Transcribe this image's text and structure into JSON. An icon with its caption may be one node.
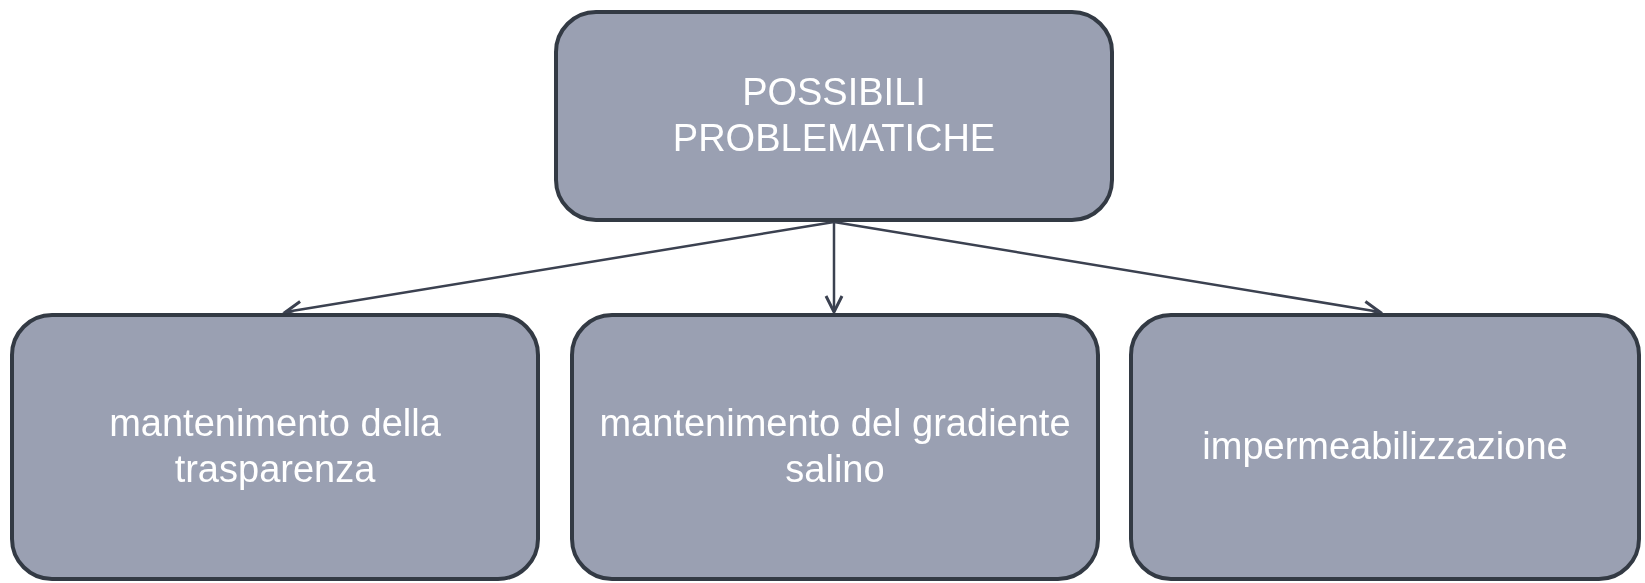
{
  "diagram": {
    "nodes": [
      {
        "text": [
          "POSSIBILI PROBLEMATICHE"
        ]
      },
      {
        "text": [
          "mantenimento della trasparenza"
        ]
      },
      {
        "text": [
          "mantenimento del gradiente salino"
        ]
      },
      {
        "text": [
          "impermeabilizzazione"
        ]
      }
    ],
    "edges": [
      {
        "from": 0,
        "to": 1,
        "arrow": "to"
      },
      {
        "from": 0,
        "to": 2,
        "arrow": "to"
      },
      {
        "from": 0,
        "to": 3,
        "arrow": "to"
      }
    ]
  }
}
